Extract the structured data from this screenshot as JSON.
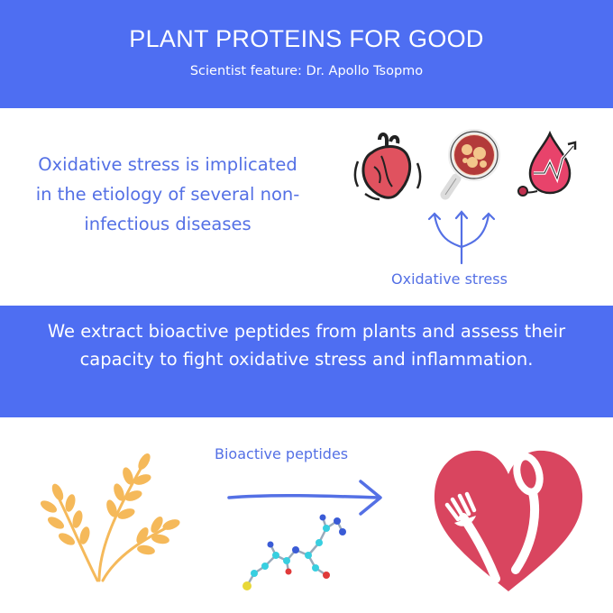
{
  "header": {
    "title": "PLANT PROTEINS FOR GOOD",
    "subtitle": "Scientist feature: Dr. Apollo Tsopmo"
  },
  "section1": {
    "text": "Oxidative stress is implicated in the etiology of several non-infectious diseases",
    "label": "Oxidative stress"
  },
  "section2": {
    "text": "We extract bioactive peptides from plants and assess their capacity to fight oxidative stress and inflammation."
  },
  "section3": {
    "label": "Bioactive peptides"
  },
  "colors": {
    "band": "#4e6ef2",
    "text_blue": "#5470e5",
    "heart_red": "#d9455f",
    "wheat": "#f5b95a"
  },
  "icons": [
    "heart-organ-icon",
    "magnifier-cells-icon",
    "blood-pressure-icon",
    "branching-arrows-icon",
    "wheat-icon",
    "arrow-right-icon",
    "molecule-icon",
    "heart-fork-spoon-icon"
  ]
}
